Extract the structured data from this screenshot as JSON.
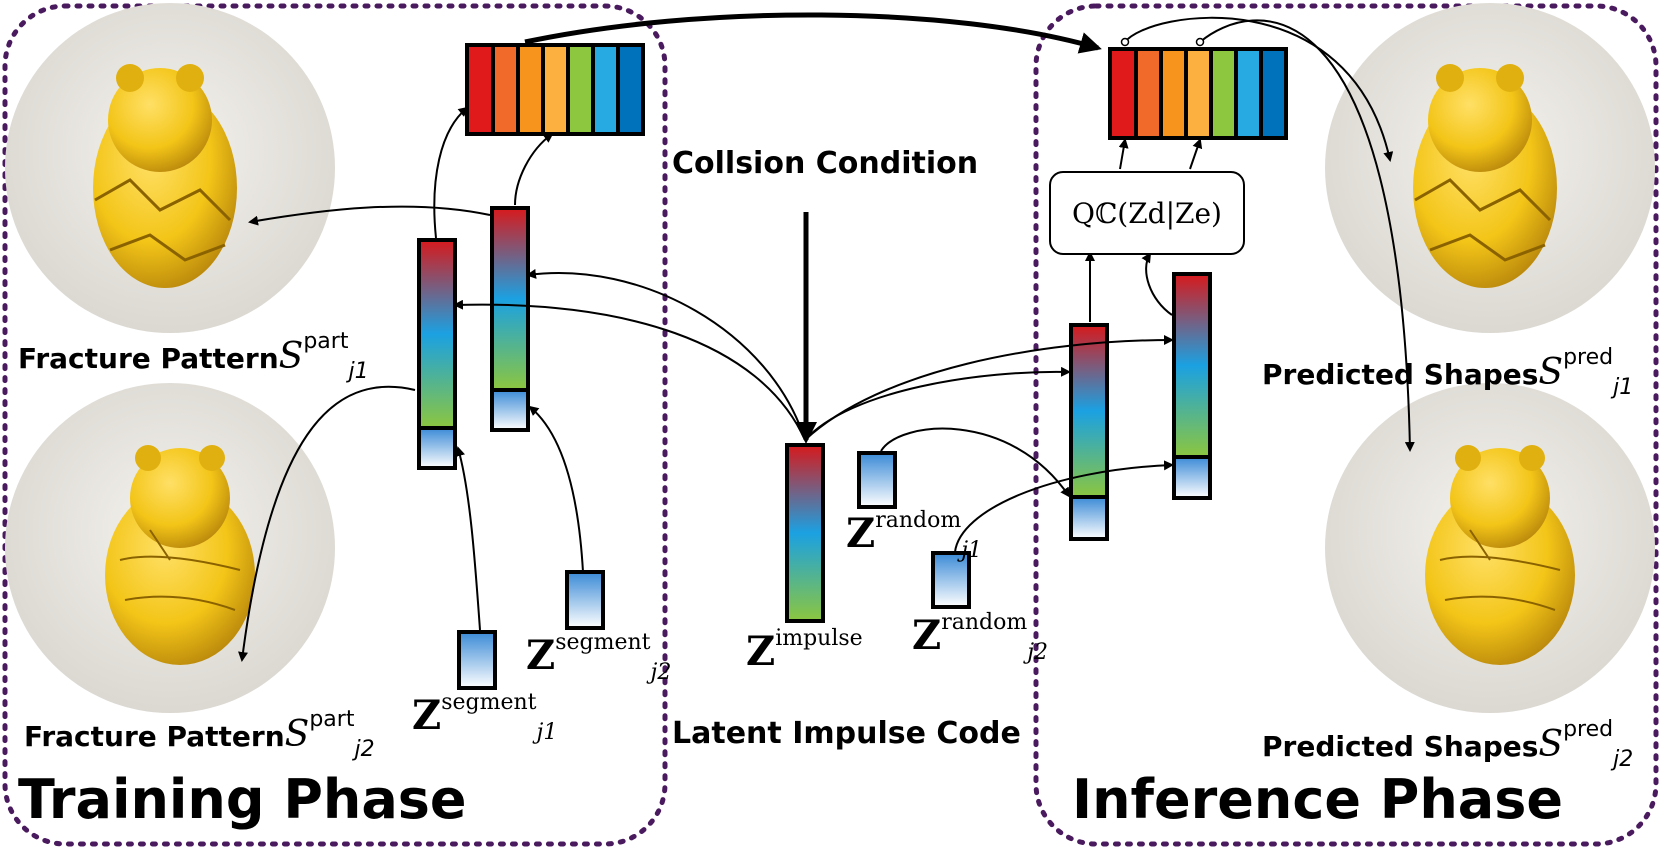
{
  "phases": {
    "training": "Training Phase",
    "inference": "Inference Phase"
  },
  "center": {
    "collision": "Collsion Condition",
    "latent": "Latent Impulse Code"
  },
  "training": {
    "fracture1": {
      "text": "Fracture Pattern",
      "symbol": "S",
      "sup": "part",
      "sub": "j1"
    },
    "fracture2": {
      "text": "Fracture Pattern",
      "symbol": "S",
      "sup": "part",
      "sub": "j2"
    },
    "seg1": {
      "symbol": "Z",
      "sup": "segment",
      "sub": "j1"
    },
    "seg2": {
      "symbol": "Z",
      "sup": "segment",
      "sub": "j2"
    }
  },
  "inference": {
    "pred1": {
      "text": "Predicted Shapes",
      "symbol": "S",
      "sup": "pred",
      "sub": "j1"
    },
    "pred2": {
      "text": "Predicted Shapes",
      "symbol": "S",
      "sup": "pred",
      "sub": "j2"
    },
    "rand1": {
      "symbol": "Z",
      "sup": "random",
      "sub": "j1"
    },
    "rand2": {
      "symbol": "Z",
      "sup": "random",
      "sub": "j2"
    },
    "q_box": "Qℂ(Zd|Ze)"
  },
  "impulse": {
    "symbol": "Z",
    "sup": "impulse"
  },
  "colors": {
    "dashed_border": "#4a1a5e",
    "codebook": [
      "#e0191b",
      "#f26a2a",
      "#f7941d",
      "#fbb040",
      "#8dc63f",
      "#27aae1",
      "#0072bc"
    ],
    "gradient_top": "#d7191c",
    "gradient_mid": "#1ba1e2",
    "gradient_bottom": "#8cc63f",
    "segment_top": "#3a8ad6",
    "segment_bottom": "#ffffff",
    "figurine_gold": "#f3c518"
  }
}
